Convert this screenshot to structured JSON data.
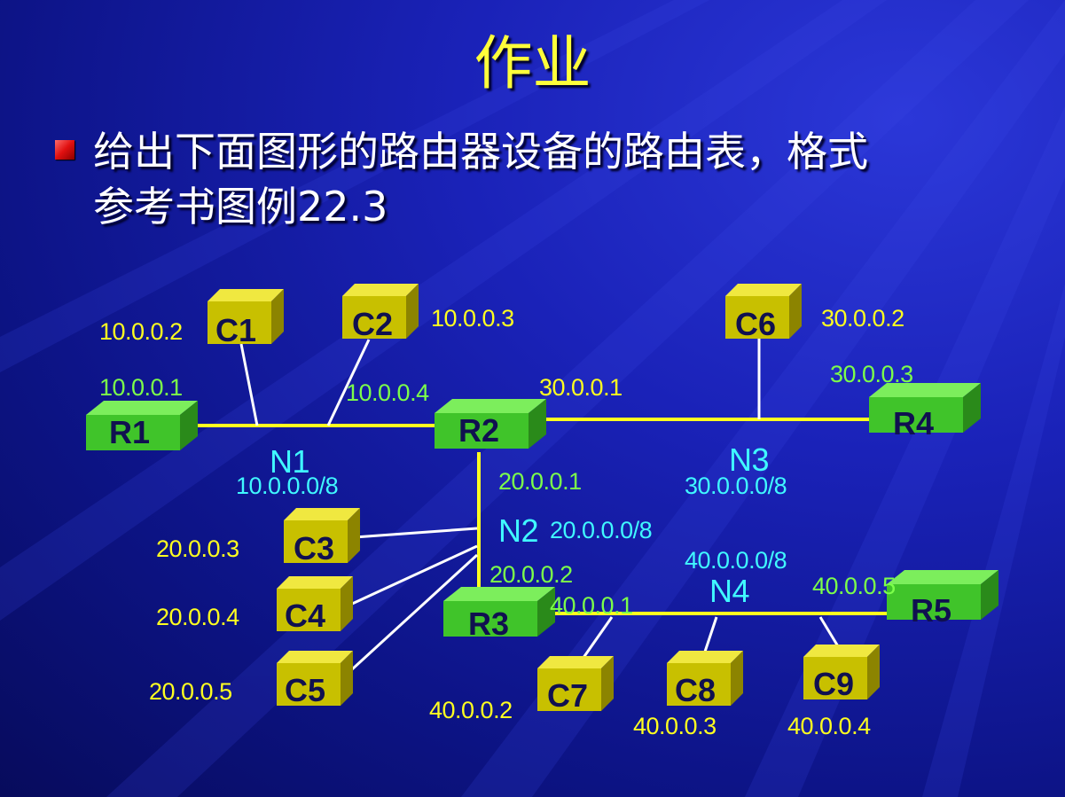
{
  "title": "作业",
  "bullet": {
    "line1": "给出下面图形的路由器设备的路由表，格式",
    "line2": "参考书图例22.3"
  },
  "colors": {
    "background": "#1a22b8",
    "title": "#ffff3a",
    "link": "#ffff20",
    "router": "#3cc828",
    "computer": "#c8c000",
    "ip_computer": "#ffff20",
    "ip_router": "#7cff4a",
    "network": "#40f8ff"
  },
  "routers": {
    "r1": {
      "name": "R1",
      "ip": "10.0.0.1"
    },
    "r2": {
      "name": "R2",
      "ip_n1": "10.0.0.4",
      "ip_n3": "30.0.0.1",
      "ip_n2": "20.0.0.1"
    },
    "r3": {
      "name": "R3",
      "ip_n2": "20.0.0.2",
      "ip_n4": "40.0.0.1"
    },
    "r4": {
      "name": "R4",
      "ip": "30.0.0.3"
    },
    "r5": {
      "name": "R5",
      "ip": "40.0.0.5"
    }
  },
  "computers": {
    "c1": {
      "name": "C1",
      "ip": "10.0.0.2"
    },
    "c2": {
      "name": "C2",
      "ip": "10.0.0.3"
    },
    "c3": {
      "name": "C3",
      "ip": "20.0.0.3"
    },
    "c4": {
      "name": "C4",
      "ip": "20.0.0.4"
    },
    "c5": {
      "name": "C5",
      "ip": "20.0.0.5"
    },
    "c6": {
      "name": "C6",
      "ip": "30.0.0.2"
    },
    "c7": {
      "name": "C7",
      "ip": "40.0.0.2"
    },
    "c8": {
      "name": "C8",
      "ip": "40.0.0.3"
    },
    "c9": {
      "name": "C9",
      "ip": "40.0.0.4"
    }
  },
  "networks": {
    "n1": {
      "name": "N1",
      "prefix": "10.0.0.0/8"
    },
    "n2": {
      "name": "N2",
      "prefix": "20.0.0.0/8"
    },
    "n3": {
      "name": "N3",
      "prefix": "30.0.0.0/8"
    },
    "n4": {
      "name": "N4",
      "prefix": "40.0.0.0/8"
    }
  }
}
